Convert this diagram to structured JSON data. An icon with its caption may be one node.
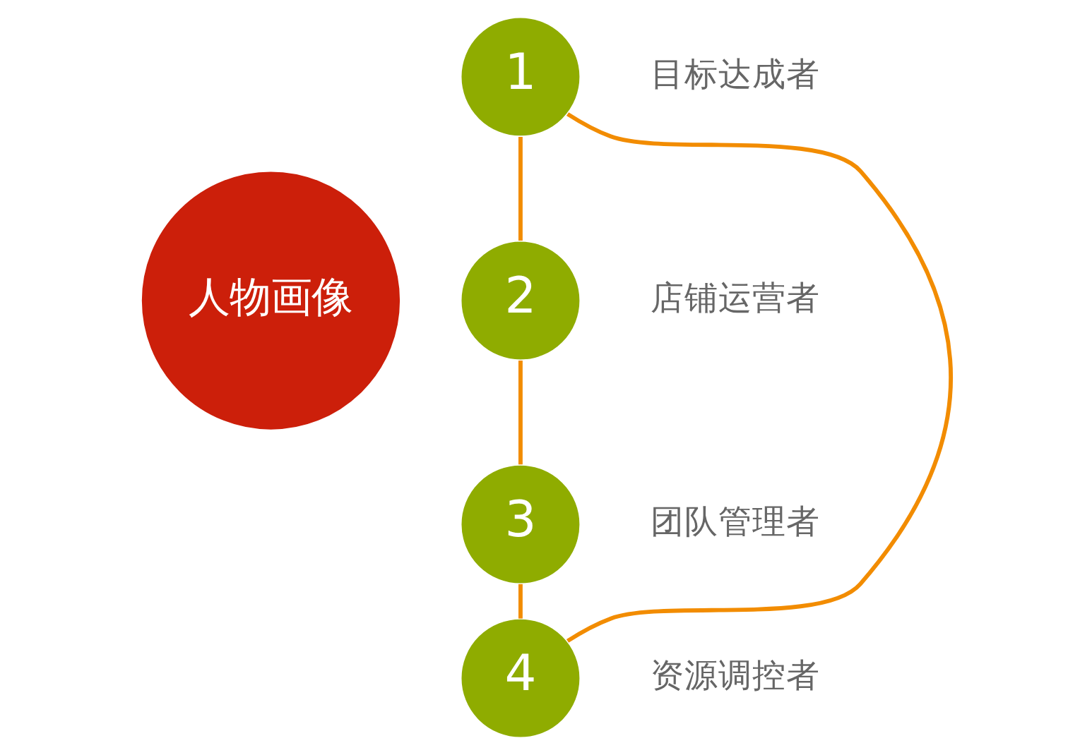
{
  "diagram": {
    "nodes": [
      {
        "text": [
          "人物画像"
        ]
      },
      {
        "text": [
          "1"
        ],
        "beside": [
          "目标达成者"
        ]
      },
      {
        "text": [
          "2"
        ],
        "beside": [
          "店铺运营者"
        ]
      },
      {
        "text": [
          "3"
        ],
        "beside": [
          "团队管理者"
        ]
      },
      {
        "text": [
          "4"
        ],
        "beside": [
          "资源调控者"
        ]
      }
    ],
    "edges": [
      {
        "from": 1,
        "to": 2,
        "arrow": "none",
        "color": "#f28c00"
      },
      {
        "from": 2,
        "to": 3,
        "arrow": "none",
        "color": "#f28c00"
      },
      {
        "from": 3,
        "to": 4,
        "arrow": "none",
        "color": "#f28c00"
      },
      {
        "from": 4,
        "to": 1,
        "arrow": "none",
        "color": "#f28c00"
      }
    ]
  }
}
